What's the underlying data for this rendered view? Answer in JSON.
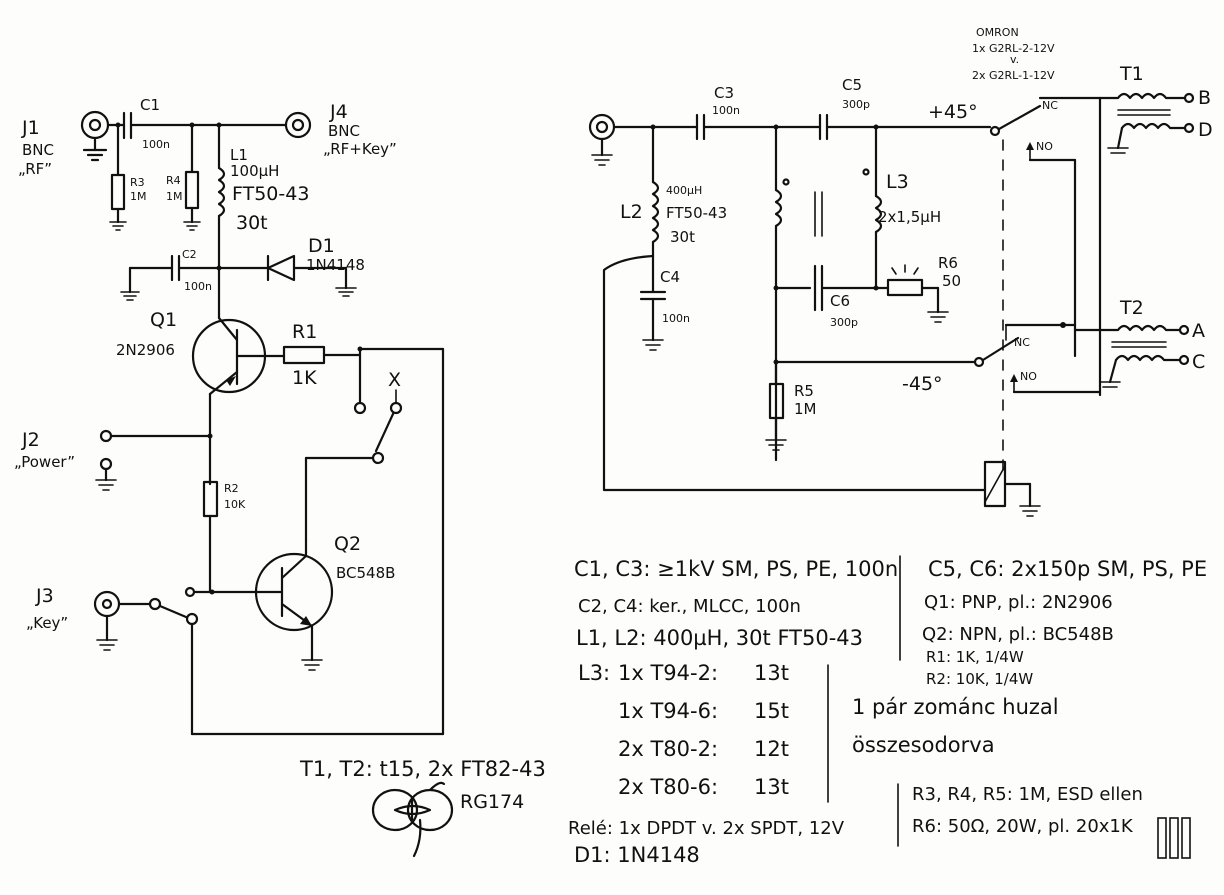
{
  "left_schematic": {
    "j1": {
      "ref": "J1",
      "type": "BNC",
      "name": "„RF”"
    },
    "j4": {
      "ref": "J4",
      "type": "BNC",
      "name": "„RF+Key”"
    },
    "j2": {
      "ref": "J2",
      "name": "„Power”"
    },
    "j3": {
      "ref": "J3",
      "name": "„Key”"
    },
    "c1": {
      "ref": "C1",
      "value": "100n"
    },
    "c2": {
      "ref": "C2",
      "value": "100n"
    },
    "r3": {
      "ref": "R3",
      "value": "1M"
    },
    "r4": {
      "ref": "R4",
      "value": "1M"
    },
    "l1": {
      "ref": "L1",
      "value": "100µH",
      "core": "FT50-43",
      "turns": "30t"
    },
    "d1": {
      "ref": "D1",
      "value": "1N4148"
    },
    "q1": {
      "ref": "Q1",
      "value": "2N2906"
    },
    "r1": {
      "ref": "R1",
      "value": "1K"
    },
    "r2": {
      "ref": "R2",
      "value": "10K"
    },
    "q2": {
      "ref": "Q2",
      "value": "BC548B"
    },
    "x_mark": "X"
  },
  "right_schematic": {
    "relay_header": [
      "OMRON",
      "1x G2RL-2-12V",
      "v.",
      "2x G2RL-1-12V"
    ],
    "c3": {
      "ref": "C3",
      "value": "100n"
    },
    "c5": {
      "ref": "C5",
      "value": "300p"
    },
    "c4": {
      "ref": "C4",
      "value": "100n"
    },
    "c6": {
      "ref": "C6",
      "value": "300p"
    },
    "l2": {
      "ref": "L2",
      "value": "400µH",
      "core": "FT50-43",
      "turns": "30t"
    },
    "l3": {
      "ref": "L3",
      "value": "2x1,5µH"
    },
    "r5": {
      "ref": "R5",
      "value": "1M"
    },
    "r6": {
      "ref": "R6",
      "value": "50"
    },
    "phase_plus": "+45°",
    "phase_minus": "-45°",
    "t1": "T1",
    "t2": "T2",
    "nc": "NC",
    "no": "NO",
    "out_b": "B",
    "out_d": "D",
    "out_a": "A",
    "out_c": "C"
  },
  "parts_notes": {
    "col1": [
      "C1, C3: ≥1kV SM, PS, PE, 100n",
      "C2, C4: ker., MLCC, 100n",
      "L1, L2: 400µH, 30t FT50-43"
    ],
    "l3_label": "L3:",
    "l3_rows": [
      {
        "part": "1x T94-2:",
        "turns": "13t"
      },
      {
        "part": "1x T94-6:",
        "turns": "15t"
      },
      {
        "part": "2x T80-2:",
        "turns": "12t"
      },
      {
        "part": "2x T80-6:",
        "turns": "13t"
      }
    ],
    "rele": "Relé: 1x DPDT v. 2x SPDT, 12V",
    "d1": "D1: 1N4148",
    "col2": [
      "C5, C6: 2x150p SM, PS, PE",
      "Q1: PNP, pl.: 2N2906",
      "Q2: NPN, pl.: BC548B"
    ],
    "r1_spec": "R1: 1K, 1/4W",
    "r2_spec": "R2: 10K, 1/4W",
    "wire_note": [
      "1 pár zománc huzal",
      "összesodorva"
    ],
    "r_notes": [
      "R3, R4, R5: 1M, ESD ellen",
      "R6: 50Ω, 20W, pl. 20x1K"
    ],
    "transformer_label": [
      "T1, T2: t15, 2x FT82-43",
      "RG174"
    ]
  }
}
